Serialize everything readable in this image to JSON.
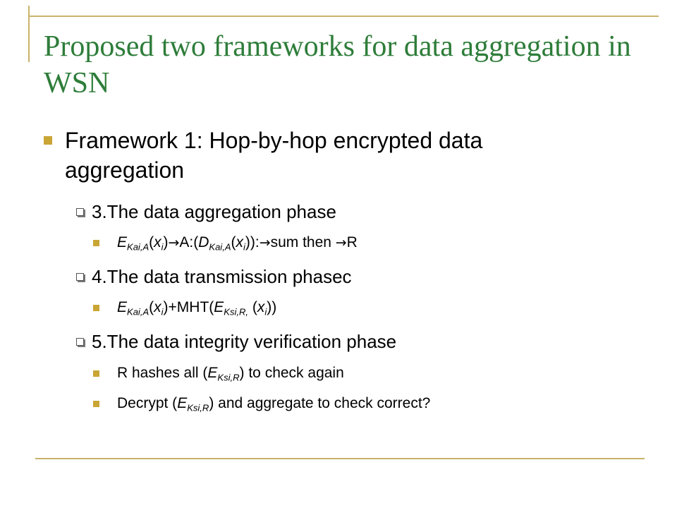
{
  "title": "Proposed two frameworks for data aggregation in WSN",
  "framework": "Framework 1: Hop-by-hop encrypted data aggregation",
  "phases": {
    "p3": "3.The data aggregation phase",
    "p4": "4.The data transmission phasec",
    "p5": "5.The data integrity verification phase"
  },
  "formula1": {
    "E": "E",
    "sub1": "Kai,A",
    "x1_open": "(",
    "x": "x",
    "i": "i",
    "x1_close": ")",
    "arrow": "→",
    "mid": "A:(",
    "D": "D",
    "sub2": "Kai,A",
    "x2_open": "(",
    "x2_close": ")):",
    "tail1": "sum then ",
    "R": "R"
  },
  "formula2": {
    "E": "E",
    "sub1": "Kai,A",
    "x1_open": "(",
    "x": "x",
    "i": "i",
    "x1_close": ")+MHT(",
    "E2": "E",
    "sub2": "Ksi,R,",
    "x2_open": " (",
    "x2_close": "))"
  },
  "verify1": {
    "pre": "R hashes all (",
    "E": "E",
    "sub": "Ksi,R",
    "post": ") to check again"
  },
  "verify2": {
    "pre": "Decrypt (",
    "E": "E",
    "sub": "Ksi,R",
    "post": ") and aggregate to check correct?"
  },
  "colors": {
    "title": "#2e7d3a",
    "accent": "#c9a534",
    "rule": "#c9b36a"
  }
}
